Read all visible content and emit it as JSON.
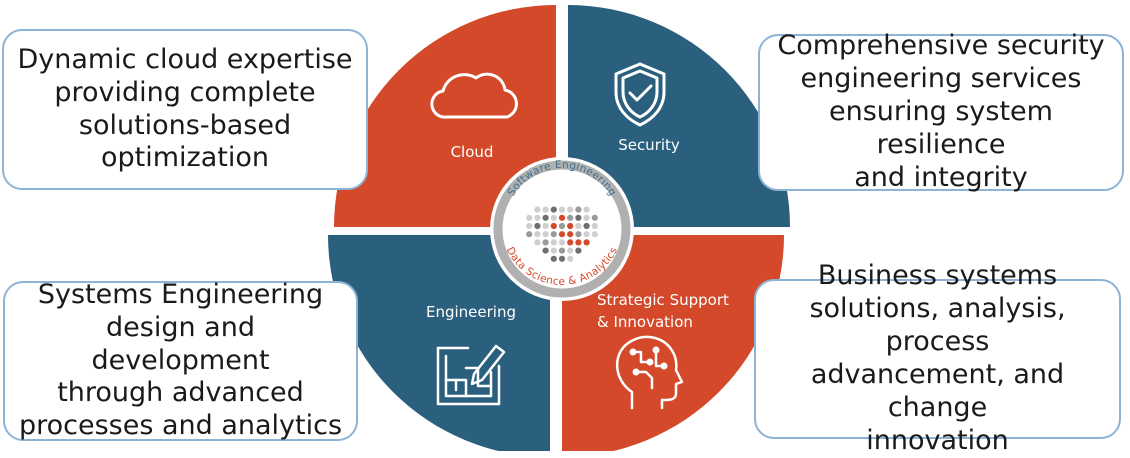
{
  "quadrants": {
    "cloud": {
      "label": "Cloud",
      "color": "#d4492a",
      "icon": "cloud-icon"
    },
    "security": {
      "label": "Security",
      "color": "#2a5f7e",
      "icon": "shield-check-icon"
    },
    "engineering": {
      "label": "Engineering",
      "color": "#2a5f7e",
      "icon": "blueprint-pencil-icon"
    },
    "strategic": {
      "label_line1": "Strategic Support",
      "label_line2": "& Innovation",
      "color": "#d4492a",
      "icon": "brain-head-icon"
    }
  },
  "center": {
    "top_arc_text": "Software Engineering",
    "bottom_arc_text": "Data Science & Analytics",
    "ring_color": "#b0b0b0",
    "top_text_color": "#3e6f8e",
    "bottom_text_color": "#d4492a"
  },
  "callouts": {
    "top_left": "Dynamic cloud expertise\nproviding complete\nsolutions-based\noptimization",
    "top_right": "Comprehensive security\nengineering services\nensuring system resilience\nand integrity",
    "bottom_left": "Systems Engineering\ndesign and development\nthrough advanced\nprocesses and analytics",
    "bottom_right": "Business systems\nsolutions, analysis, process\nadvancement, and change\ninnovation"
  },
  "border_color": "#8db3d6"
}
